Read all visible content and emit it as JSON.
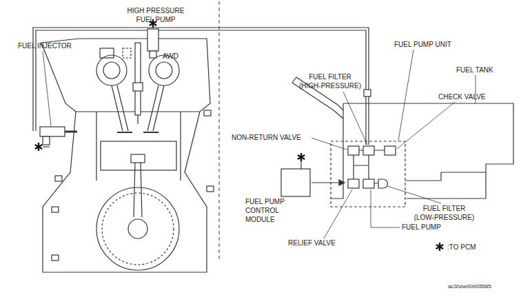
{
  "diagram": {
    "labels": [
      "HIGH PRESSURE FUEL PUMP",
      "FUEL INJECTOR",
      "AWD",
      "FUEL PUMP UNIT",
      "FUEL TANK",
      "FUEL FILTER (HIGH-PRESSURE)",
      "CHECK VALVE",
      "NON-RETURN VALVE",
      "FUEL PUMP CONTROL MODULE",
      "FUEL FILTER (LOW-PRESSURE)",
      "FUEL PUMP",
      "RELIEF VALVE",
      "ac30zw00005585"
    ],
    "legend": [
      {
        "text": ":TO PCM"
      }
    ]
  }
}
